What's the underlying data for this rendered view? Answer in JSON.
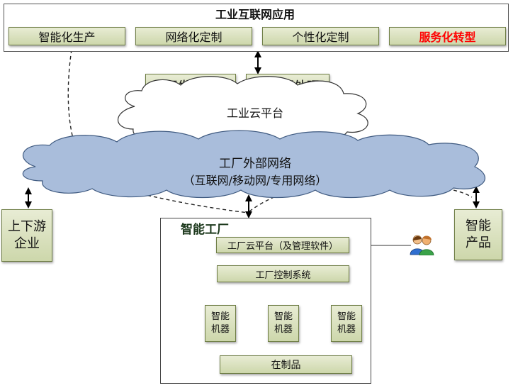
{
  "top_panel": {
    "title": "工业互联网应用",
    "items": [
      "智能化生产",
      "网络化定制",
      "个性化定制",
      "服务化转型"
    ],
    "highlight_color": "#ff0000"
  },
  "services": [
    "开发仿真",
    "大数据处理"
  ],
  "cloud_platform": "工业云平台",
  "external_network": {
    "title": "工厂外部网络",
    "subtitle": "（互联网/移动网/专用网络）",
    "fill": "#a9bddb"
  },
  "left_box": "上下游\n企业",
  "right_box": "智能\n产品",
  "factory": {
    "title": "智能工厂",
    "platform": "工厂云平台（及管理软件）",
    "control": "工厂控制系统",
    "machines": [
      "智能\n机器",
      "智能\n机器",
      "智能\n机器"
    ],
    "wip": "在制品"
  },
  "icons": [
    "people-icon"
  ]
}
